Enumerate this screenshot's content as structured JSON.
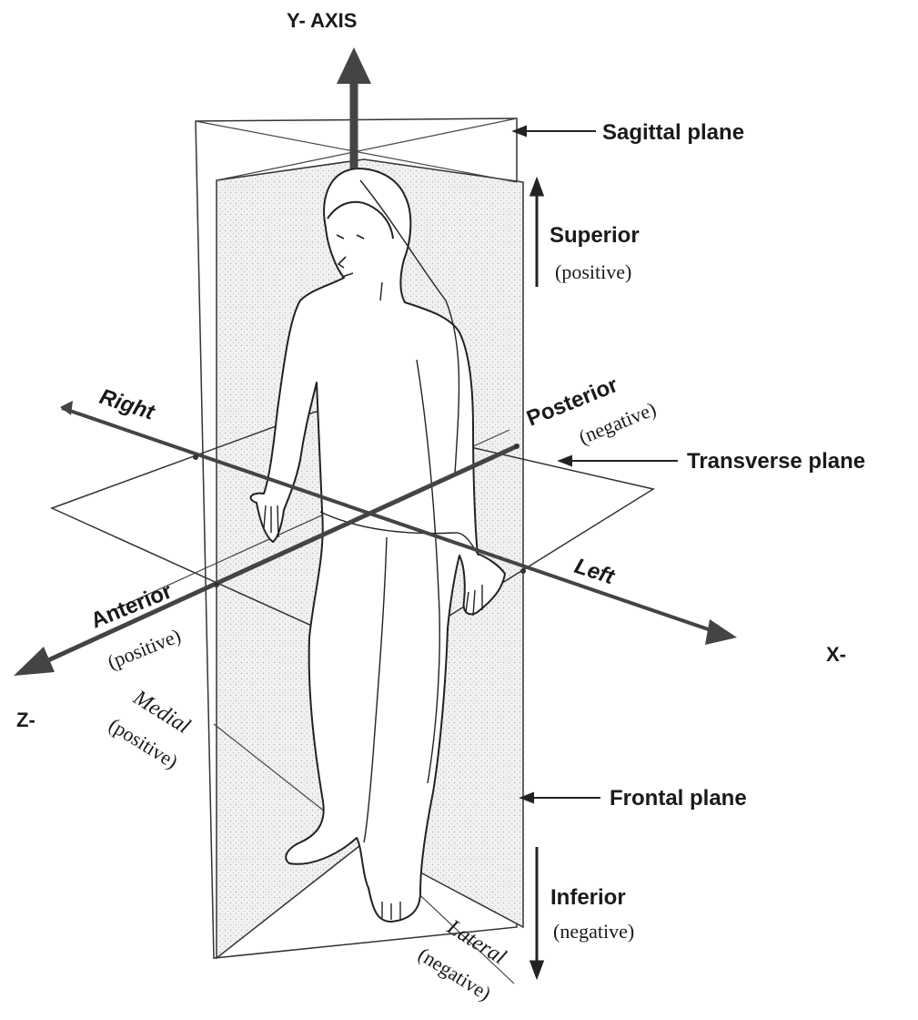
{
  "labels": {
    "y_axis": "Y- AXIS",
    "x_axis": "X-",
    "z_axis": "Z-",
    "sagittal_plane": "Sagittal plane",
    "transverse_plane": "Transverse plane",
    "frontal_plane": "Frontal plane",
    "superior": "Superior",
    "superior_sign": "(positive)",
    "inferior": "Inferior",
    "inferior_sign": "(negative)",
    "right": "Right",
    "left": "Left",
    "posterior": "Posterior",
    "posterior_sign": "(negative)",
    "anterior": "Anterior",
    "anterior_sign": "(positive)",
    "medial": "Medial",
    "medial_sign": "(positive)",
    "lateral": "Lateral",
    "lateral_sign": "(negative)"
  },
  "colors": {
    "ink": "#1a1a1a",
    "axis_arrow": "#444444",
    "plane_fill": "#e6e6e6"
  }
}
